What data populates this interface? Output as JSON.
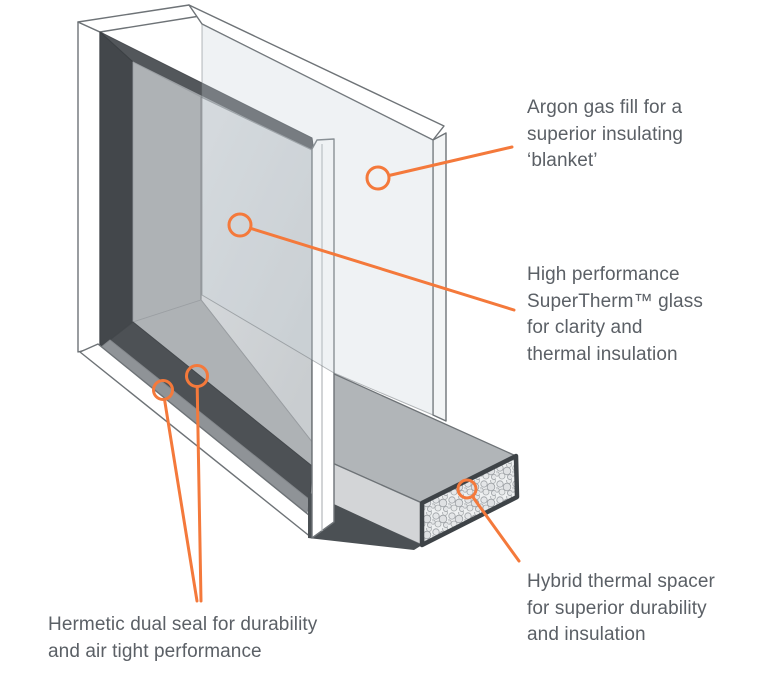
{
  "labels": {
    "argon": {
      "text": "Argon gas fill for a\nsuperior insulating\n‘blanket’"
    },
    "glass": {
      "text": "High performance\nSuperTherm™ glass\nfor clarity and\nthermal insulation"
    },
    "spacer": {
      "text": "Hybrid thermal spacer\nfor superior durability\nand insulation"
    },
    "seal": {
      "text": "Hermetic dual seal for durability\nand air tight performance"
    }
  },
  "colors": {
    "accent_orange": "#f4793b",
    "label_text": "#5b6066",
    "outline_gray": "#6e7377",
    "frame_white": "#ffffff",
    "glass_inner_gray": "#d2d6d9",
    "reveal_gray": "#aeb2b5",
    "dark_seal": "#4d5155",
    "light_seal": "#8f9397",
    "spacer_top_gray": "#b1b5b8",
    "spacer_side_gray": "#d3d5d7",
    "foam_bg": "#eef0f1",
    "foam_border": "#3e4347"
  }
}
